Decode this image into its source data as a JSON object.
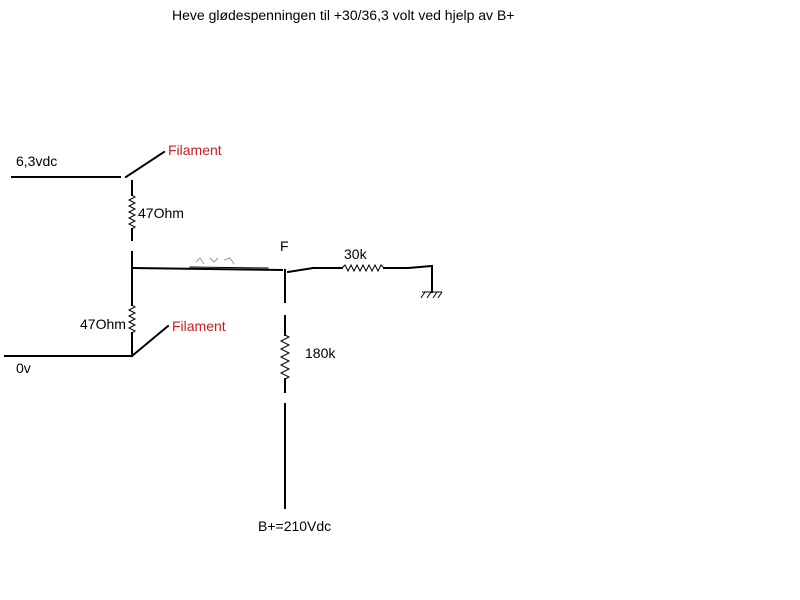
{
  "title": "Heve glødespenningen til +30/36,3 volt ved hjelp av B+",
  "nodes": {
    "supply_6v3": "6,3vdc",
    "ground_0v": "0v",
    "node_f": "F",
    "b_plus": "B+=210Vdc"
  },
  "components": {
    "filament_top": "Filament",
    "filament_bottom": "Filament",
    "resistor_top": "47Ohm",
    "resistor_bottom": "47Ohm",
    "resistor_30k": "30k",
    "resistor_180k": "180k"
  },
  "colors": {
    "filament_label": "#cc1f1f",
    "wire": "#000000"
  }
}
